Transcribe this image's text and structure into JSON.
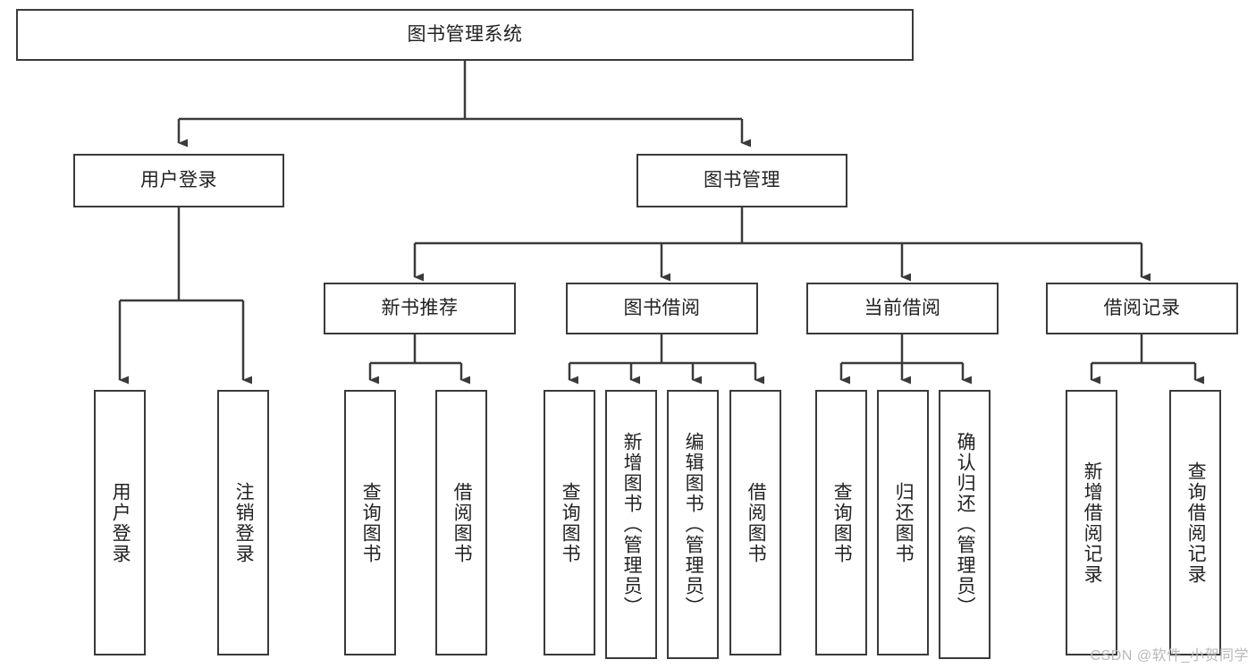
{
  "diagram": {
    "title": "图书管理系统",
    "type": "tree-hierarchy-diagram",
    "colors": {
      "box_border": "#3a3a3a",
      "box_fill": "#ffffff",
      "connector": "#3a3a3a",
      "text": "#222222",
      "watermark": "#b9b9b9"
    },
    "root": {
      "label": "图书管理系统"
    },
    "level2": [
      {
        "label": "用户登录"
      },
      {
        "label": "图书管理"
      }
    ],
    "level3": [
      {
        "label": "新书推荐"
      },
      {
        "label": "图书借阅"
      },
      {
        "label": "当前借阅"
      },
      {
        "label": "借阅记录"
      }
    ],
    "leaves": {
      "user_login": [
        {
          "label": "用户登录"
        },
        {
          "label": "注销登录"
        }
      ],
      "new_book_recommend": [
        {
          "label": "查询图书"
        },
        {
          "label": "借阅图书"
        }
      ],
      "book_borrow": [
        {
          "label": "查询图书"
        },
        {
          "label": "新增图书（管理员）"
        },
        {
          "label": "编辑图书（管理员）"
        },
        {
          "label": "借阅图书"
        }
      ],
      "current_borrow": [
        {
          "label": "查询图书"
        },
        {
          "label": "归还图书"
        },
        {
          "label": "确认归还（管理员）"
        }
      ],
      "borrow_record": [
        {
          "label": "新增借阅记录"
        },
        {
          "label": "查询借阅记录"
        }
      ]
    },
    "watermark": "CSDN @软件_小贺同学"
  }
}
